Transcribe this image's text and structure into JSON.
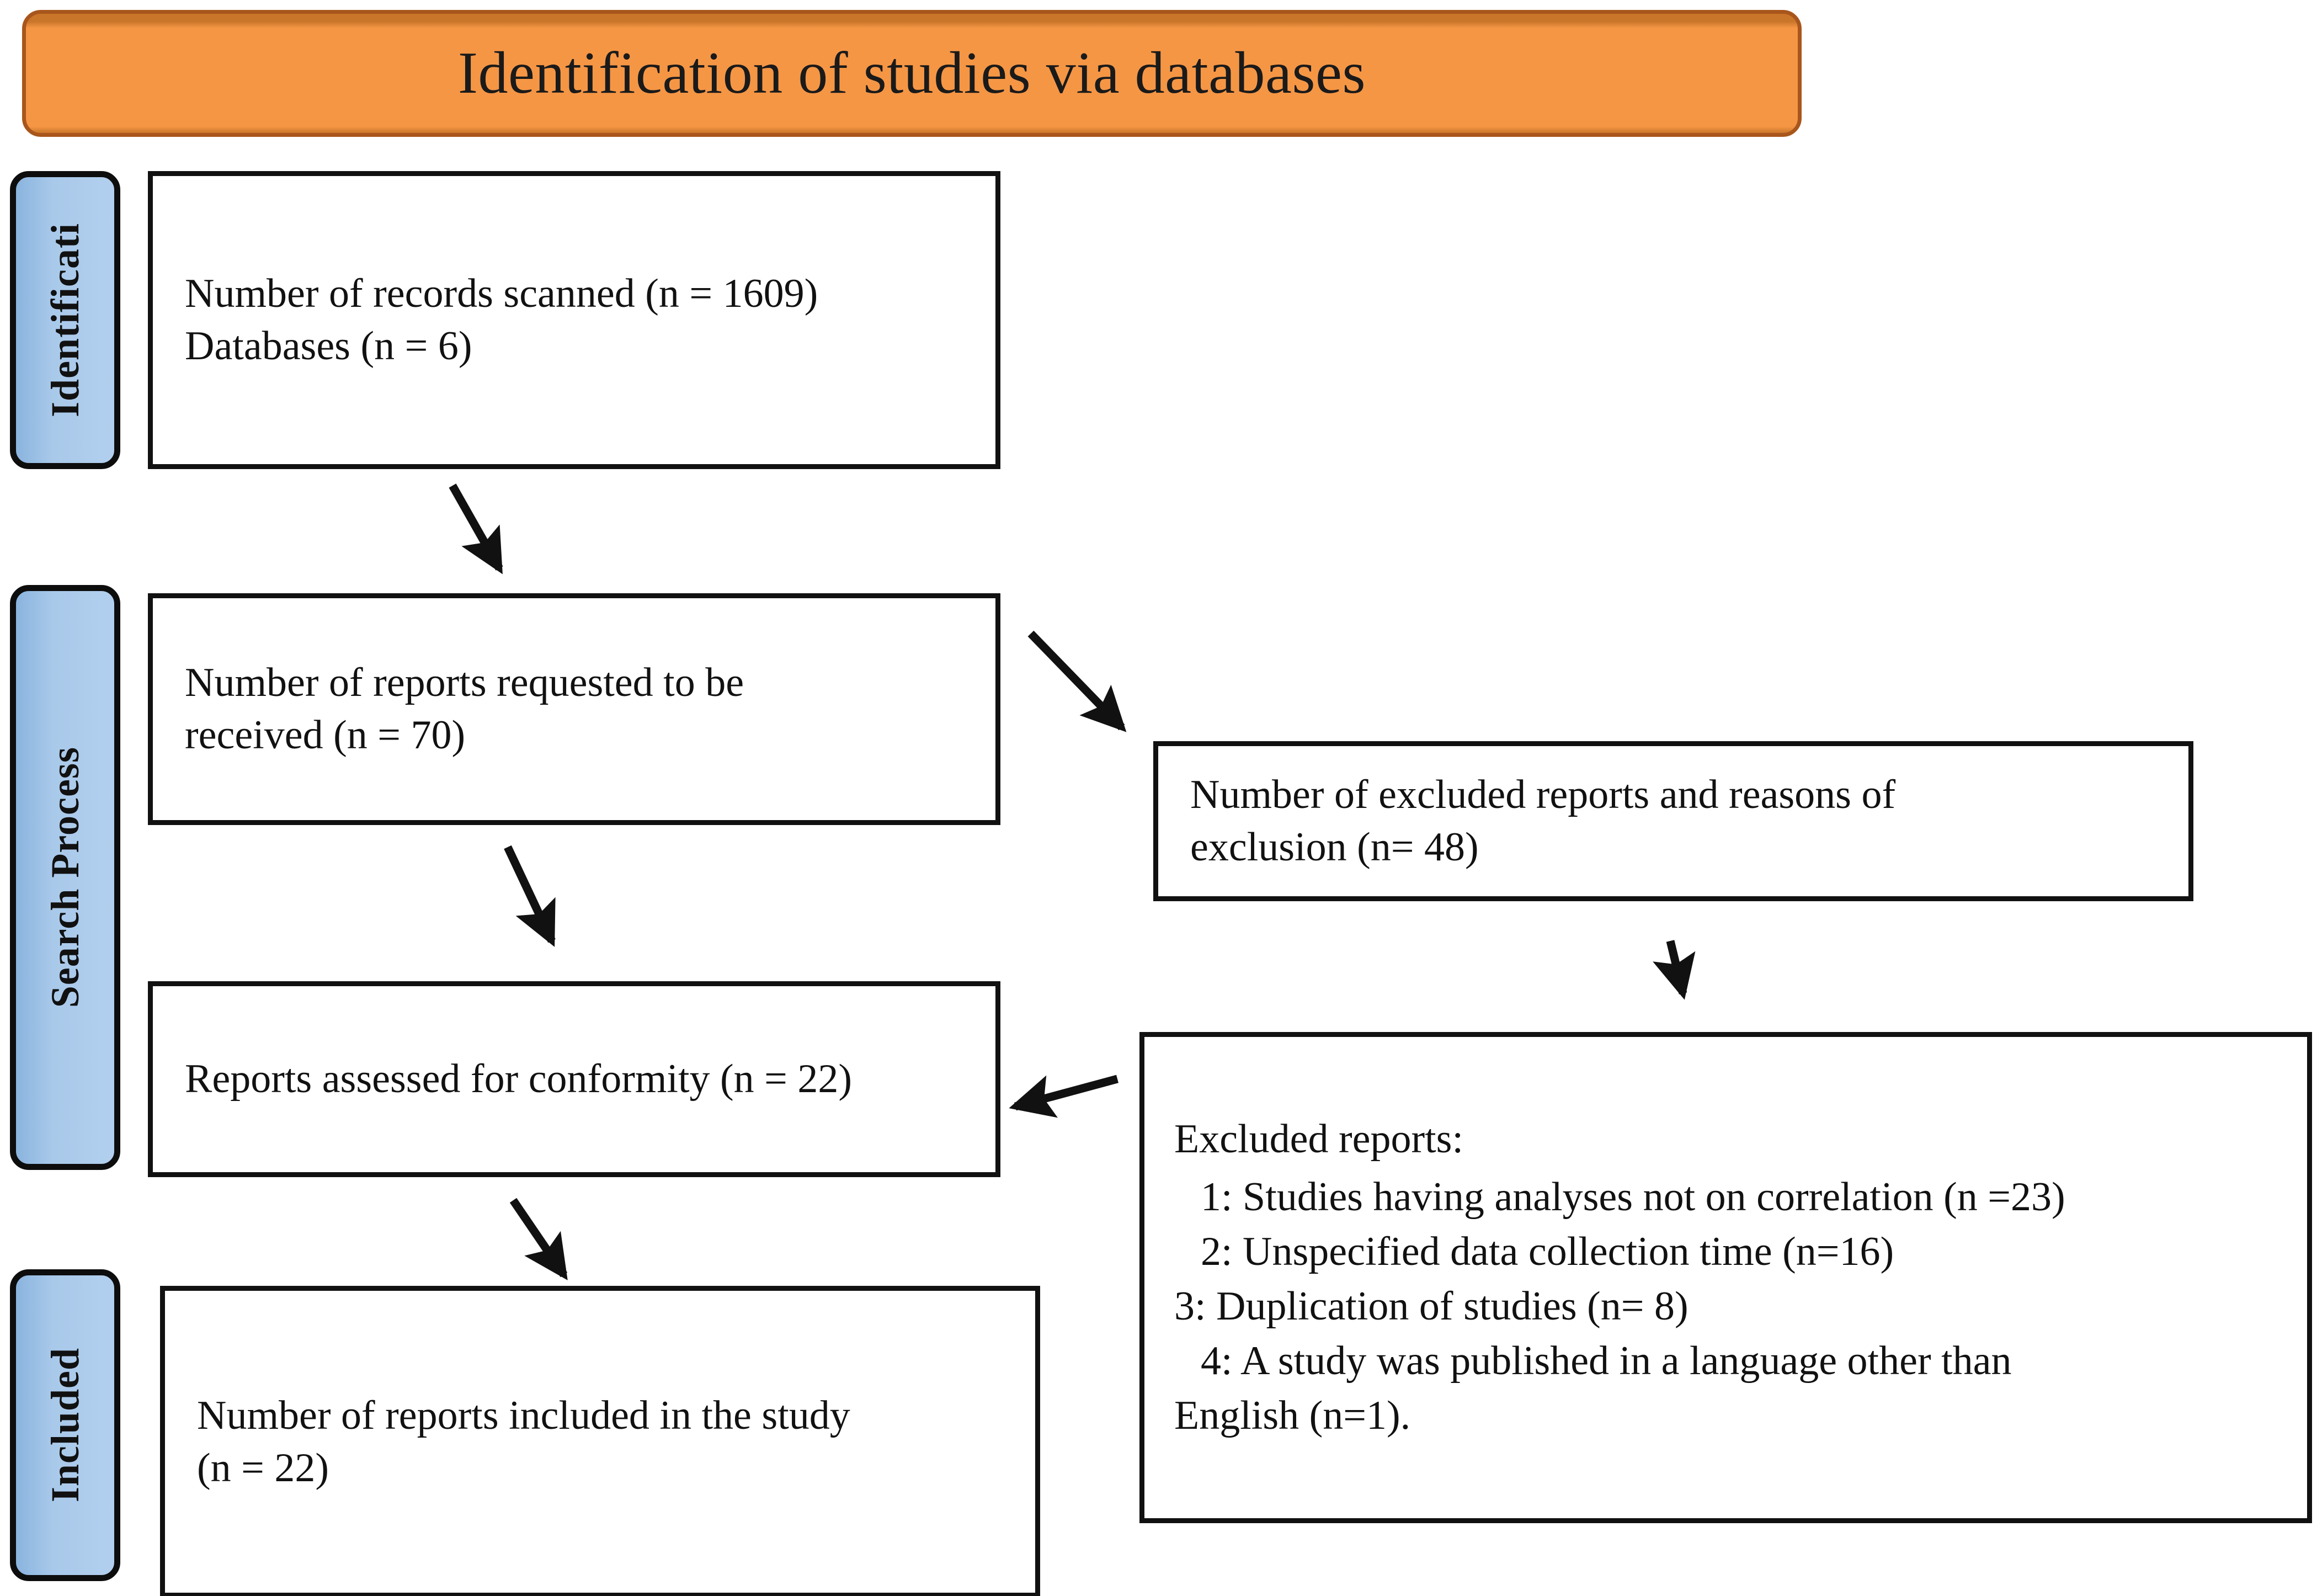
{
  "banner": {
    "title": "Identification of studies via databases"
  },
  "colors": {
    "banner_fill": "#F59645",
    "banner_border": "#A8561C",
    "stage_fill": "#A4C6E8",
    "stage_border": "#0D0D0D",
    "box_border": "#111111",
    "text": "#111111",
    "page_background": "#FFFFFF"
  },
  "stages": [
    {
      "id": "identification",
      "label": "Identificati"
    },
    {
      "id": "search-process",
      "label": "Search Process"
    },
    {
      "id": "included",
      "label": "Included"
    }
  ],
  "boxes": {
    "records_scanned": {
      "line1": "Number of records scanned (n = 1609)",
      "line2": "Databases (n = 6)"
    },
    "reports_requested": {
      "line1": "Number of reports requested to be",
      "line2": "received (n = 70)"
    },
    "reports_assessed": {
      "line1": "Reports assessed for conformity (n = 22)"
    },
    "reports_included": {
      "line1": "Number of reports included in the study",
      "line2": "(n = 22)"
    },
    "excluded_count": {
      "line1": "Number of excluded reports and reasons of",
      "line2": "exclusion (n= 48)"
    },
    "excluded_list": {
      "heading": "Excluded reports:",
      "items": [
        "1: Studies having analyses not on correlation (n =23)",
        "2: Unspecified data collection time (n=16)",
        "3: Duplication of studies (n= 8)",
        "4: A study was published in a language other than",
        "English (n=1)."
      ]
    }
  },
  "chart_data": {
    "type": "diagram",
    "title": "Identification of studies via databases",
    "diagram_kind": "PRISMA flow diagram",
    "nodes": [
      {
        "id": "records_scanned",
        "stage": "Identificati",
        "label": "Number of records scanned (n = 1609) Databases (n = 6)",
        "n": 1609,
        "databases": 6
      },
      {
        "id": "reports_requested",
        "stage": "Search Process",
        "label": "Number of reports requested to be received (n = 70)",
        "n": 70
      },
      {
        "id": "excluded_count",
        "stage": "Search Process",
        "label": "Number of excluded reports and reasons of exclusion (n= 48)",
        "n": 48
      },
      {
        "id": "reports_assessed",
        "stage": "Search Process",
        "label": "Reports assessed for conformity (n = 22)",
        "n": 22
      },
      {
        "id": "excluded_list",
        "stage": "Search Process",
        "label": "Excluded reports: 1: Studies having analyses not on correlation (n =23) 2: Unspecified data collection time (n=16) 3: Duplication of studies (n= 8) 4: A study was published in a language other than English (n=1)."
      },
      {
        "id": "reports_included",
        "stage": "Included",
        "label": "Number of reports included in the study (n = 22)",
        "n": 22
      }
    ],
    "exclusion_reasons": [
      {
        "rank": 1,
        "reason": "Studies having analyses not on correlation",
        "n": 23
      },
      {
        "rank": 2,
        "reason": "Unspecified data collection time",
        "n": 16
      },
      {
        "rank": 3,
        "reason": "Duplication of studies",
        "n": 8
      },
      {
        "rank": 4,
        "reason": "A study was published in a language other than English",
        "n": 1
      }
    ],
    "edges": [
      {
        "from": "records_scanned",
        "to": "reports_requested",
        "direction": "down-right"
      },
      {
        "from": "reports_requested",
        "to": "excluded_count",
        "direction": "down-right"
      },
      {
        "from": "reports_requested",
        "to": "reports_assessed",
        "direction": "down-right"
      },
      {
        "from": "excluded_count",
        "to": "excluded_list",
        "direction": "down"
      },
      {
        "from": "excluded_list",
        "to": "reports_assessed",
        "direction": "up-left"
      },
      {
        "from": "reports_assessed",
        "to": "reports_included",
        "direction": "down-right"
      }
    ]
  }
}
